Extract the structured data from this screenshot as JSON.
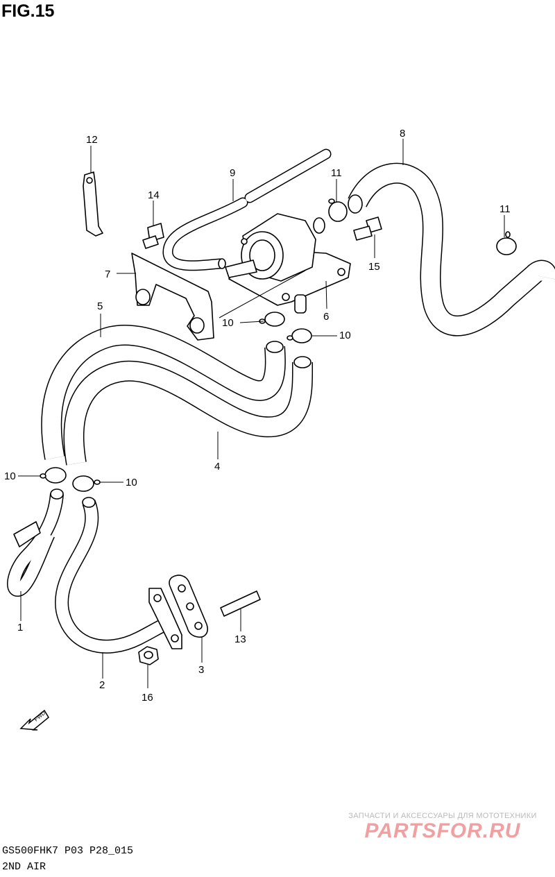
{
  "figure": {
    "title": "FIG.15"
  },
  "callouts": [
    "12",
    "14",
    "7",
    "9",
    "11",
    "8",
    "11",
    "15",
    "6",
    "10",
    "10",
    "5",
    "4",
    "10",
    "10",
    "1",
    "2",
    "3",
    "13",
    "16"
  ],
  "fwd_label": "FWD",
  "footer": {
    "model_code": "GS500FHK7  P03 P28_015",
    "section_title": "2ND AIR"
  },
  "watermark": {
    "tagline": "ЗАПЧАСТИ И АКСЕССУАРЫ ДЛЯ МОТОТЕХНИКИ",
    "brand": "PARTSFOR.RU"
  }
}
